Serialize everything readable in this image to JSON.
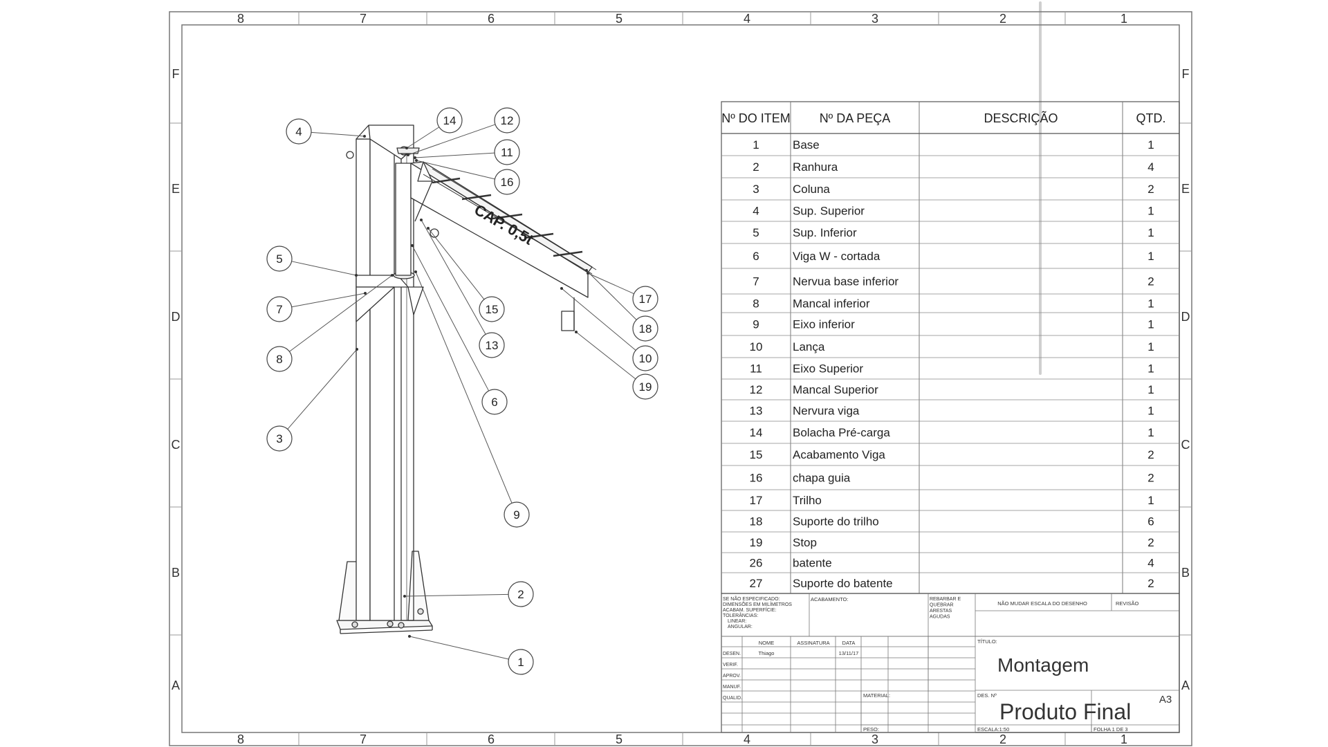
{
  "sheet": {
    "col_labels": [
      "8",
      "7",
      "6",
      "5",
      "4",
      "3",
      "2",
      "1"
    ],
    "row_labels": [
      "F",
      "E",
      "D",
      "C",
      "B",
      "A"
    ]
  },
  "drawing": {
    "boom_label": "CAP. 0,5t",
    "balloons": [
      "1",
      "2",
      "3",
      "4",
      "5",
      "6",
      "7",
      "8",
      "9",
      "10",
      "11",
      "12",
      "13",
      "14",
      "15",
      "16",
      "17",
      "18",
      "19"
    ]
  },
  "bom": {
    "headers": [
      "Nº DO ITEM",
      "Nº DA PEÇA",
      "DESCRIÇÃO",
      "QTD."
    ],
    "rows": [
      {
        "item": "1",
        "part": "Base",
        "desc": "",
        "qty": "1"
      },
      {
        "item": "2",
        "part": "Ranhura",
        "desc": "",
        "qty": "4"
      },
      {
        "item": "3",
        "part": "Coluna",
        "desc": "",
        "qty": "2"
      },
      {
        "item": "4",
        "part": "Sup. Superior",
        "desc": "",
        "qty": "1"
      },
      {
        "item": "5",
        "part": "Sup. Inferior",
        "desc": "",
        "qty": "1"
      },
      {
        "item": "6",
        "part": "Viga W - cortada",
        "desc": "",
        "qty": "1"
      },
      {
        "item": "7",
        "part": "Nervua base inferior",
        "desc": "",
        "qty": "2"
      },
      {
        "item": "8",
        "part": "Mancal inferior",
        "desc": "",
        "qty": "1"
      },
      {
        "item": "9",
        "part": "Eixo inferior",
        "desc": "",
        "qty": "1"
      },
      {
        "item": "10",
        "part": "Lança",
        "desc": "",
        "qty": "1"
      },
      {
        "item": "11",
        "part": "Eixo Superior",
        "desc": "",
        "qty": "1"
      },
      {
        "item": "12",
        "part": "Mancal Superior",
        "desc": "",
        "qty": "1"
      },
      {
        "item": "13",
        "part": "Nervura viga",
        "desc": "",
        "qty": "1"
      },
      {
        "item": "14",
        "part": "Bolacha Pré-carga",
        "desc": "",
        "qty": "1"
      },
      {
        "item": "15",
        "part": "Acabamento Viga",
        "desc": "",
        "qty": "2"
      },
      {
        "item": "16",
        "part": "chapa guia",
        "desc": "",
        "qty": "2"
      },
      {
        "item": "17",
        "part": "Trilho",
        "desc": "",
        "qty": "1"
      },
      {
        "item": "18",
        "part": "Suporte do trilho",
        "desc": "",
        "qty": "6"
      },
      {
        "item": "19",
        "part": "Stop",
        "desc": "",
        "qty": "2"
      },
      {
        "item": "26",
        "part": "batente",
        "desc": "",
        "qty": "4"
      },
      {
        "item": "27",
        "part": "Suporte do batente",
        "desc": "",
        "qty": "2"
      }
    ]
  },
  "title_block": {
    "tolerance_notes": [
      "SE NÃO ESPECIFICADO:",
      "DIMENSÕES EM MILÍMETROS",
      "ACABAM. SUPERFÍCIE:",
      "TOLERÂNCIAS:",
      "LINEAR:",
      "ANGULAR:"
    ],
    "finish_label": "ACABAMENTO:",
    "deburr_notes": [
      "REBARBAR E",
      "QUEBRAR",
      "ARESTAS",
      "AGUDAS"
    ],
    "no_scale": "NÃO MUDAR ESCALA DO DESENHO",
    "revision_label": "REVISÃO",
    "col_headers": [
      "NOME",
      "ASSINATURA",
      "DATA"
    ],
    "roles": [
      "DESEN.",
      "VERIF.",
      "APROV.",
      "MANUF.",
      "QUALID."
    ],
    "drawn_name": "Thiago",
    "drawn_date": "13/11/17",
    "title_label": "TÍTULO:",
    "title": "Montagem",
    "material_label": "MATERIAL:",
    "des_label": "DES. Nº",
    "drawing_name": "Produto Final",
    "sheet_size": "A3",
    "weight_label": "PESO:",
    "scale_label": "ESCALA:1:50",
    "sheet_label": "FOLHA 1 DE 3"
  }
}
